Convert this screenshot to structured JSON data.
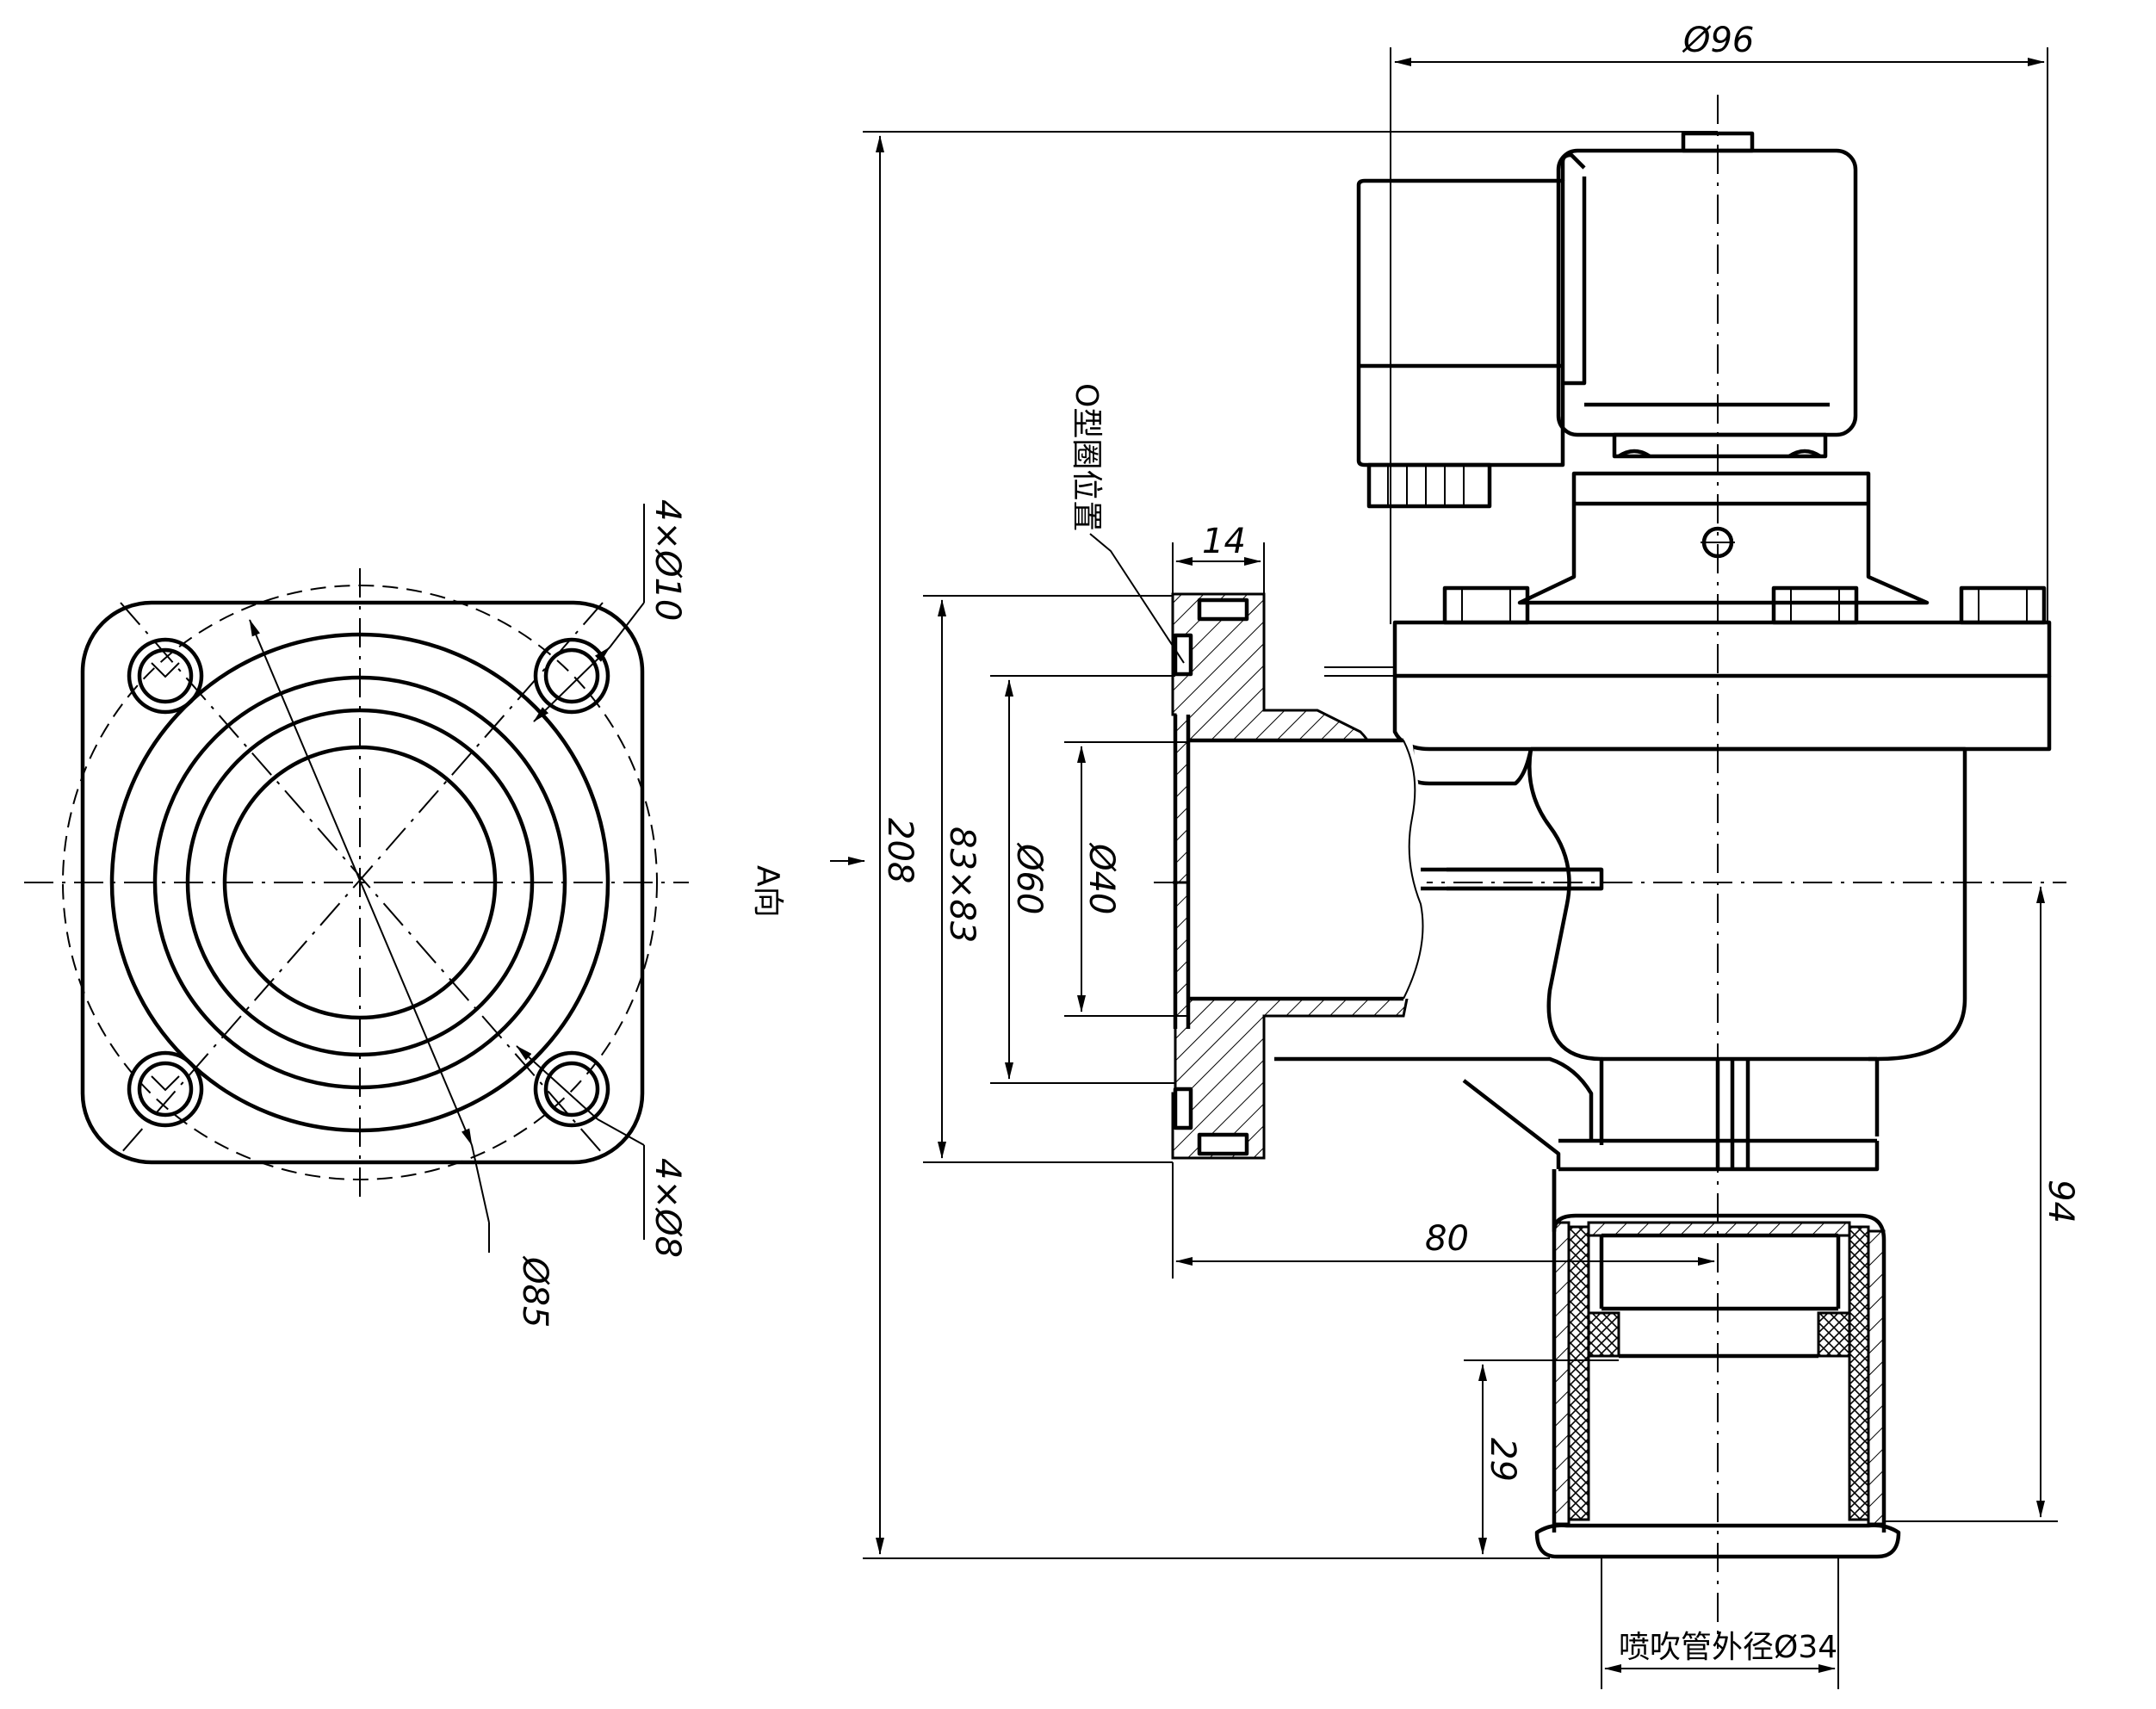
{
  "dimensions": {
    "d96": "Ø96",
    "h208": "208",
    "t14": "14",
    "sq83": "83×83",
    "d60": "Ø60",
    "d40": "Ø40",
    "l80": "80",
    "h94": "94",
    "h29": "29",
    "pitch85": "Ø85",
    "holes10": "4×Ø10",
    "holes8": "4×Ø8",
    "pipe": "喷吹管外径Ø34"
  },
  "labels": {
    "view_a": "A向",
    "oring": "O型圈位置"
  },
  "colors": {
    "line": "#000000",
    "background": "#ffffff"
  }
}
